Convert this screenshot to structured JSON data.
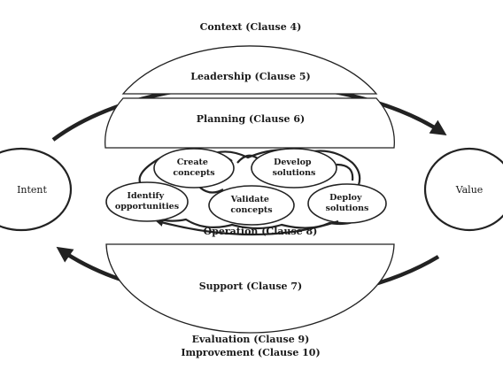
{
  "labels": {
    "context": "Context (Clause 4)",
    "leadership": "Leadership (Clause 5)",
    "planning": "Planning (Clause 6)",
    "operation": "Operation (Clause 8)",
    "support": "Support (Clause 7)",
    "evaluation": "Evaluation (Clause 9)",
    "improvement": "Improvement (Clause 10)",
    "intent": "Intent",
    "value": "Value"
  },
  "processes": {
    "create_concepts": [
      "Create",
      "concepts"
    ],
    "develop_solutions": [
      "Develop",
      "solutions"
    ],
    "identify_opportunities": [
      "Identify",
      "opportunities"
    ],
    "validate_concepts": [
      "Validate",
      "concepts"
    ],
    "deploy_solutions": [
      "Deploy",
      "solutions"
    ]
  },
  "colors": {
    "line": "#222222",
    "text": "#1a1a1a",
    "background": "#ffffff"
  }
}
